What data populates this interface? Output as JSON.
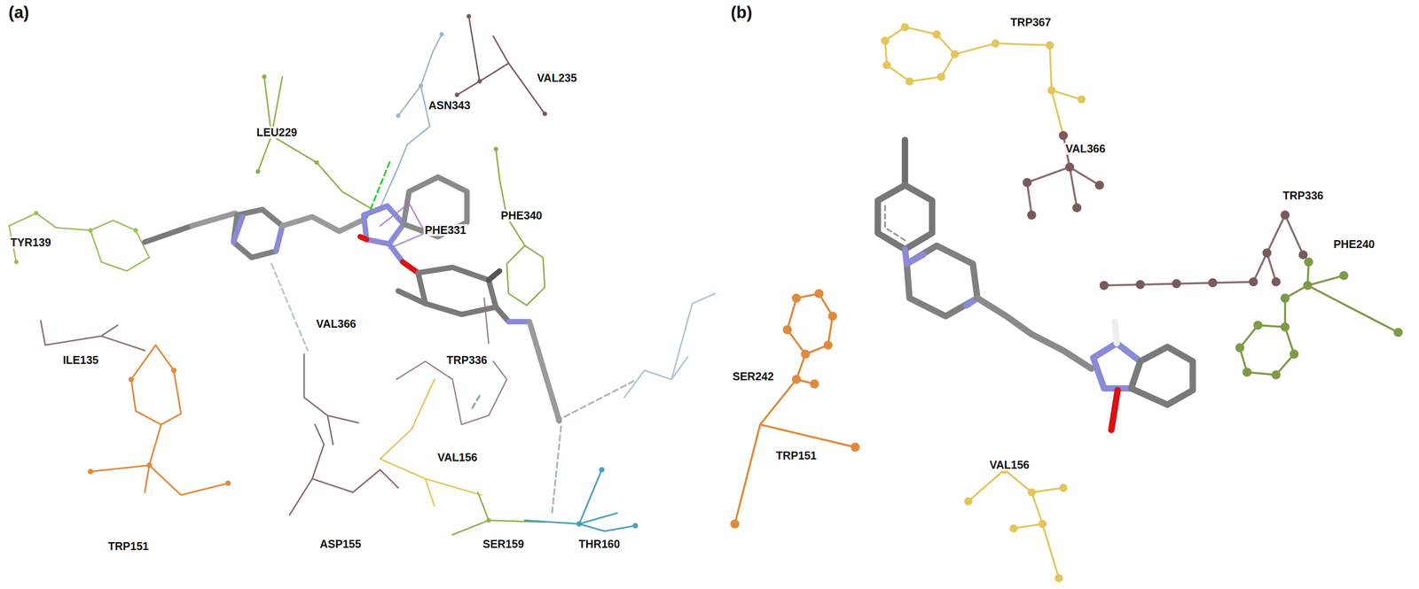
{
  "diagram": {
    "labels": [
      "(a)",
      "VAL235",
      "ASN343",
      "LEU229",
      "PHE340",
      "TYR139",
      "PHE331",
      "ILE135",
      "VAL366",
      "TRP336",
      "SER242",
      "VAL156",
      "ASP155",
      "SER159",
      "THR160",
      "TRP151",
      "(b)",
      "TRP367",
      "VAL366",
      "TRP336",
      "PHE240",
      "TRP151",
      "VAL156"
    ]
  }
}
